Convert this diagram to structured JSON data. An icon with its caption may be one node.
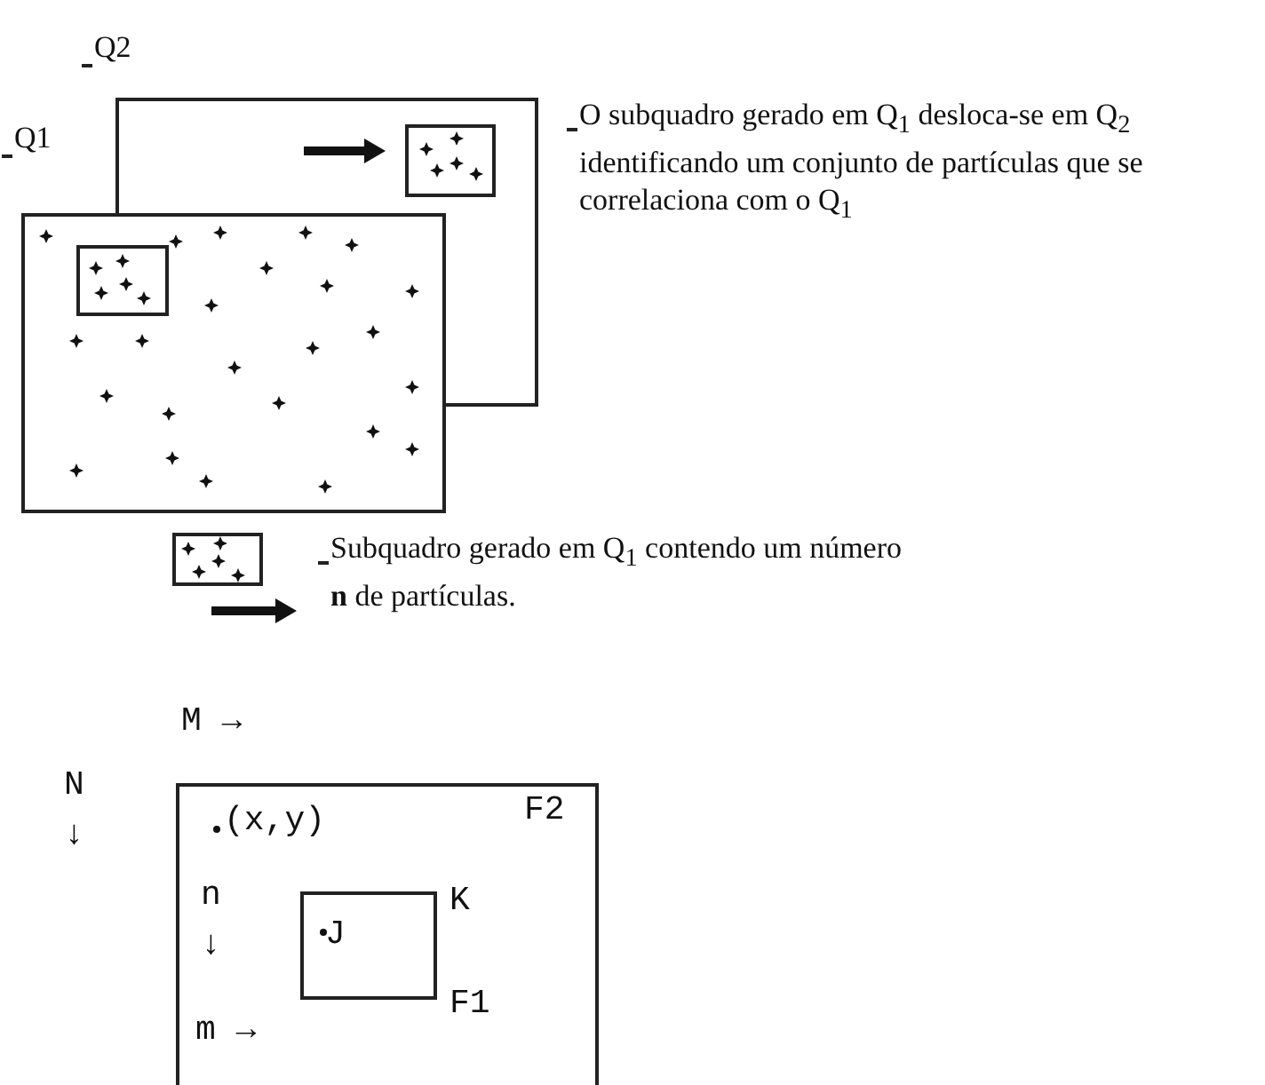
{
  "diagram": {
    "nodes": [
      {
        "text": [
          "Q2"
        ]
      },
      {
        "text": [],
        "shape": "box",
        "in": 0
      },
      {
        "text": [
          "Q1"
        ]
      },
      {
        "text": [],
        "shape": "box",
        "in": 2
      },
      {
        "text": [
          "F2"
        ]
      },
      {
        "text": [
          "K",
          "F1"
        ],
        "in": 4
      }
    ],
    "labels": [
      "O subquadro gerado em Q$_{1}$ desloca-se em Q$_{2}$  identificando um conjunto de partículas que se correlaciona com o Q$_{1}$",
      "M →",
      "N ↓",
      "(x,y)",
      "n ↓",
      "J",
      "m →"
    ],
    "legend": [
      {
        "text": "Subquadro gerado em Q$_{1}$ contendo um número **n** de partículas."
      }
    ]
  }
}
